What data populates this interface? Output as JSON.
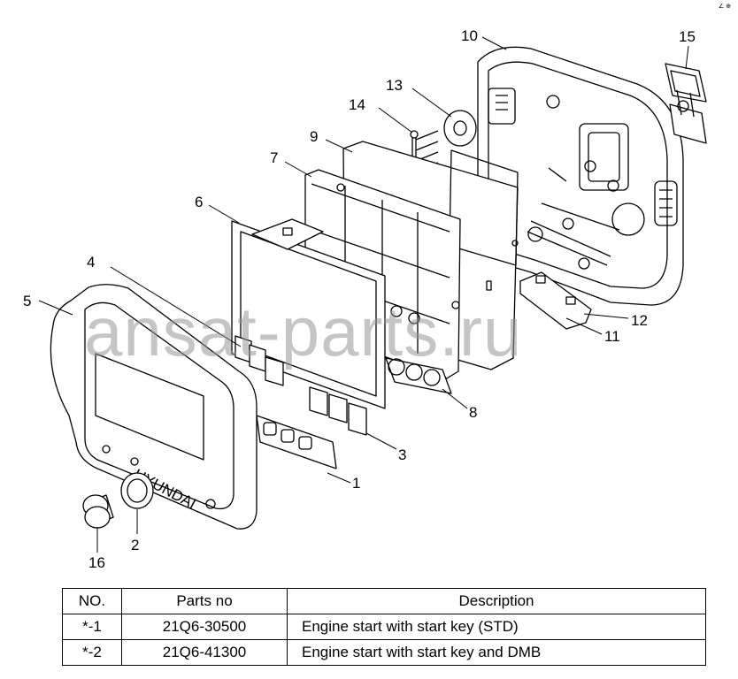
{
  "corner_mark": "∠ ⊕",
  "watermark": "ansat-parts.ru",
  "product_label": "HYUNDAI",
  "callouts": [
    "1",
    "2",
    "3",
    "4",
    "5",
    "6",
    "7",
    "8",
    "9",
    "10",
    "11",
    "12",
    "13",
    "14",
    "15",
    "16"
  ],
  "table": {
    "headers": [
      "NO.",
      "Parts no",
      "Description"
    ],
    "rows": [
      [
        "*-1",
        "21Q6-30500",
        "Engine start with start key (STD)"
      ],
      [
        "*-2",
        "21Q6-41300",
        "Engine start with start key and DMB"
      ]
    ]
  }
}
